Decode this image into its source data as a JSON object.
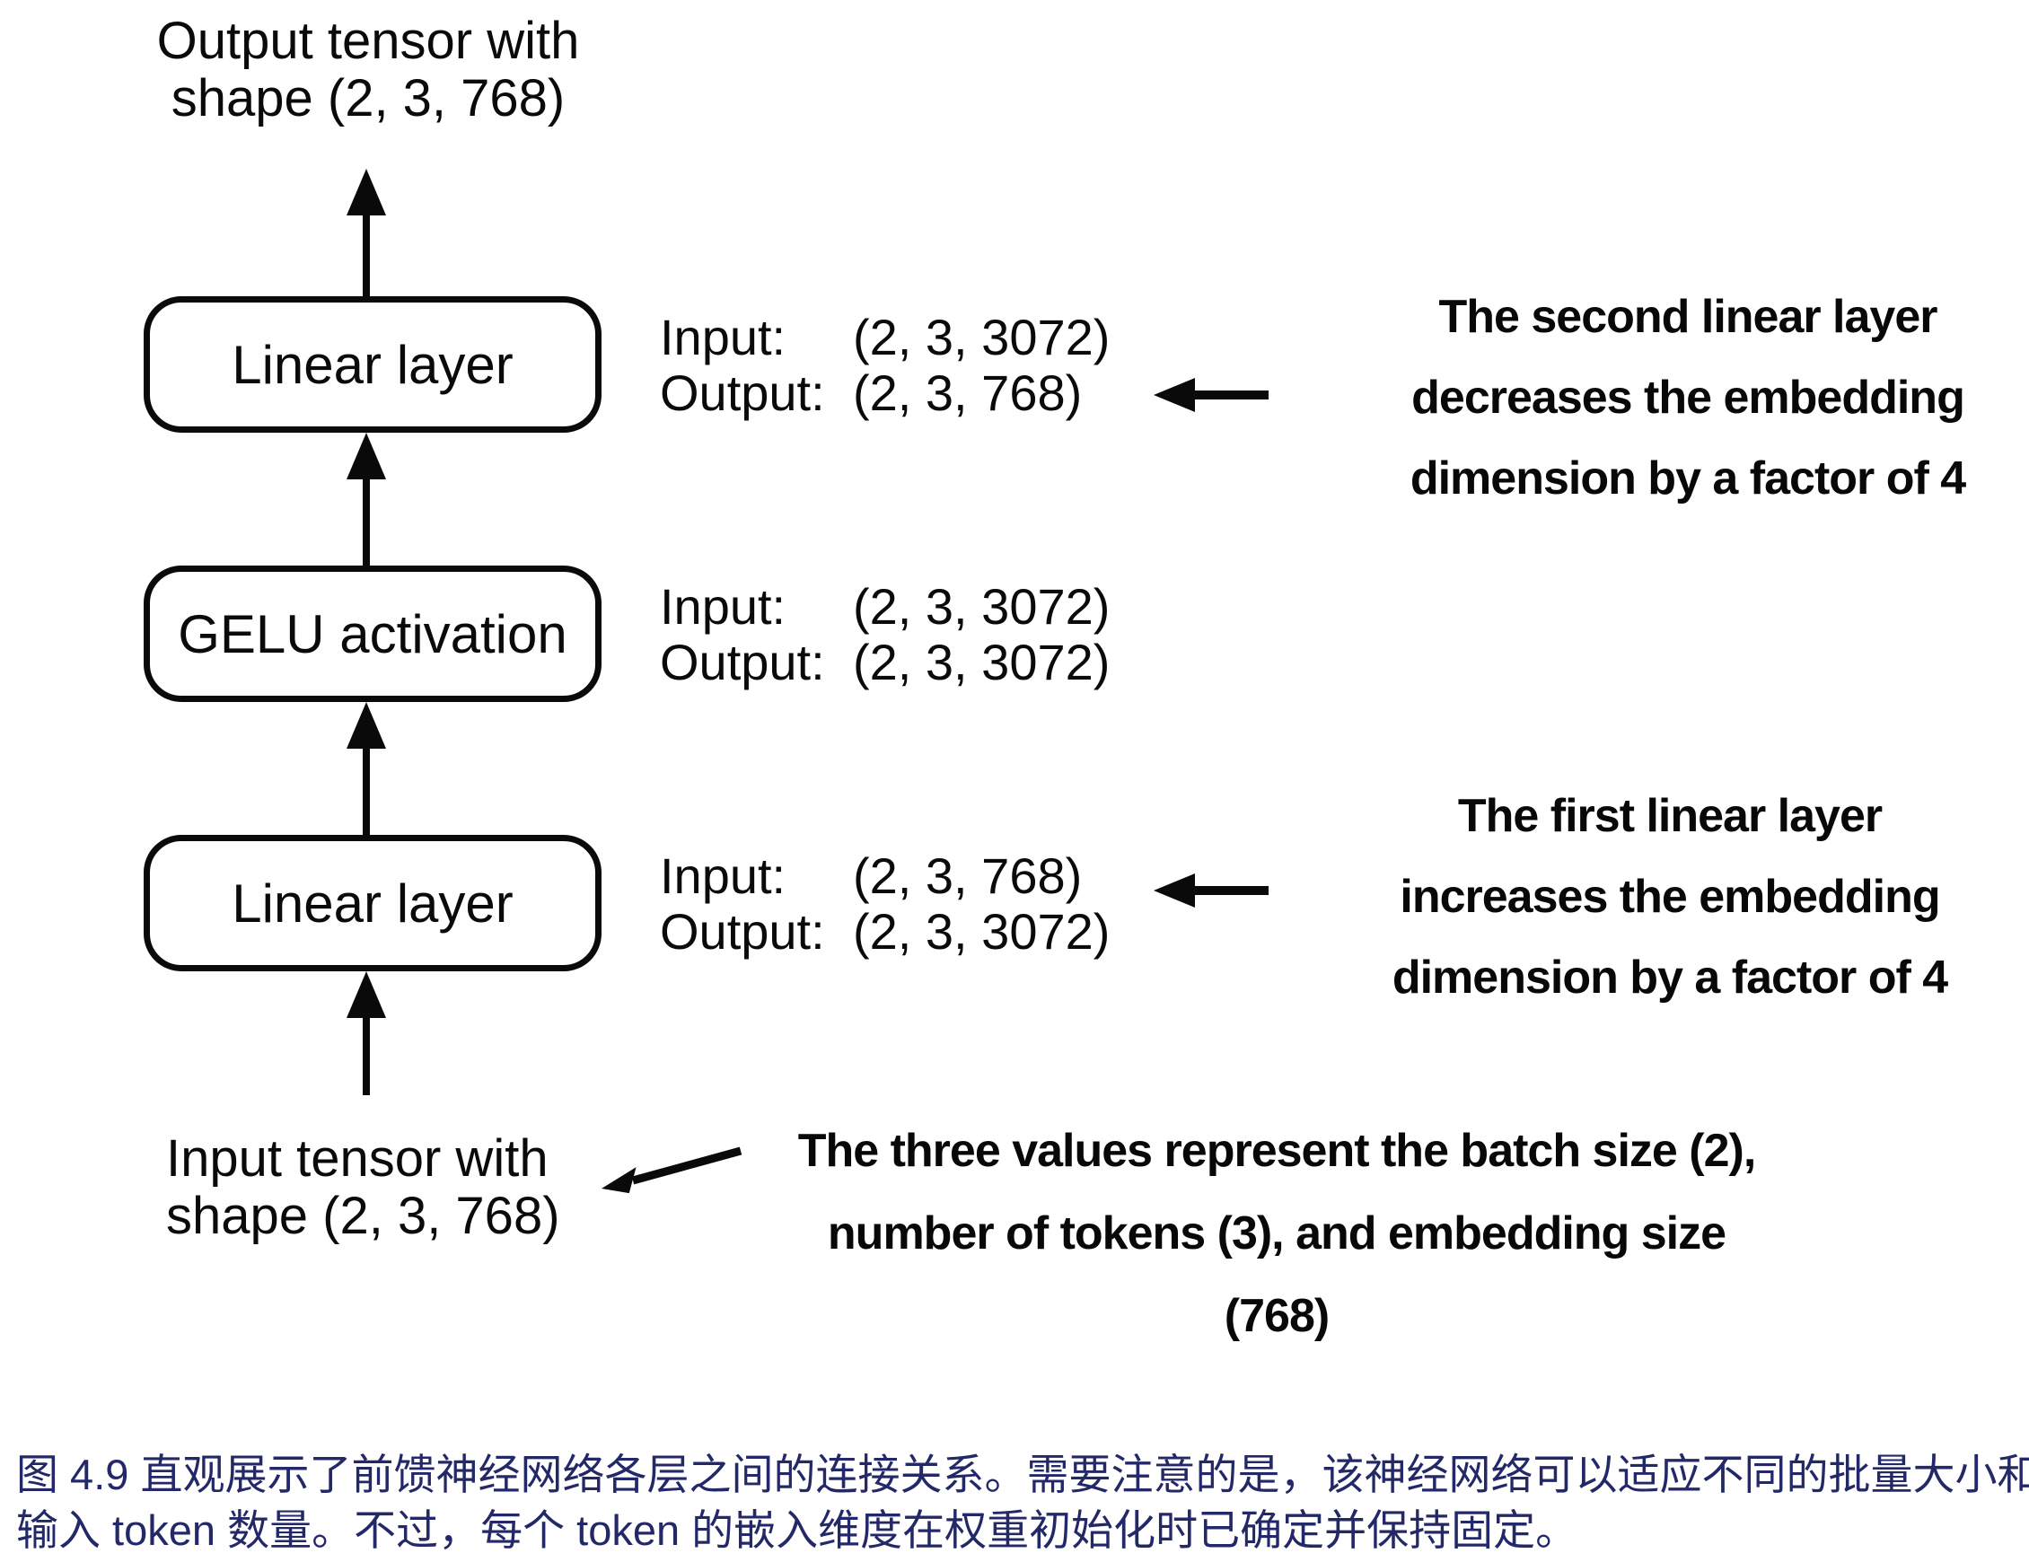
{
  "figure": {
    "output_tensor_label": [
      "Output tensor with",
      "shape (2, 3, 768)"
    ],
    "input_tensor_label": [
      "Input tensor with",
      "shape (2, 3, 768)"
    ],
    "boxes": [
      {
        "label": "Linear layer",
        "io": [
          {
            "k": "Input:",
            "v": "(2, 3, 3072)"
          },
          {
            "k": "Output:",
            "v": "(2, 3, 768)"
          }
        ]
      },
      {
        "label": "GELU activation",
        "io": [
          {
            "k": "Input:",
            "v": "(2, 3, 3072)"
          },
          {
            "k": "Output:",
            "v": "(2, 3, 3072)"
          }
        ]
      },
      {
        "label": "Linear layer",
        "io": [
          {
            "k": "Input:",
            "v": "(2, 3, 768)"
          },
          {
            "k": "Output:",
            "v": "(2, 3, 3072)"
          }
        ]
      }
    ],
    "annotations": {
      "second_linear": [
        "The second linear layer",
        "decreases the embedding",
        "dimension by a factor of 4"
      ],
      "first_linear": [
        "The first linear layer",
        "increases the embedding",
        "dimension by a factor of 4"
      ],
      "tensor_values": [
        "The three values represent the batch size (2),",
        "number of tokens (3), and embedding size",
        "(768)"
      ]
    }
  },
  "caption": {
    "lines": [
      "图 4.9 直观展示了前馈神经网络各层之间的连接关系。需要注意的是，该神经网络可以适应不同的批量大小和",
      "输入 token 数量。不过，每个 token 的嵌入维度在权重初始化时已确定并保持固定。"
    ],
    "text_color": "#232968"
  },
  "colors": {
    "ink": "#0a0a0a",
    "background": "#ffffff"
  }
}
